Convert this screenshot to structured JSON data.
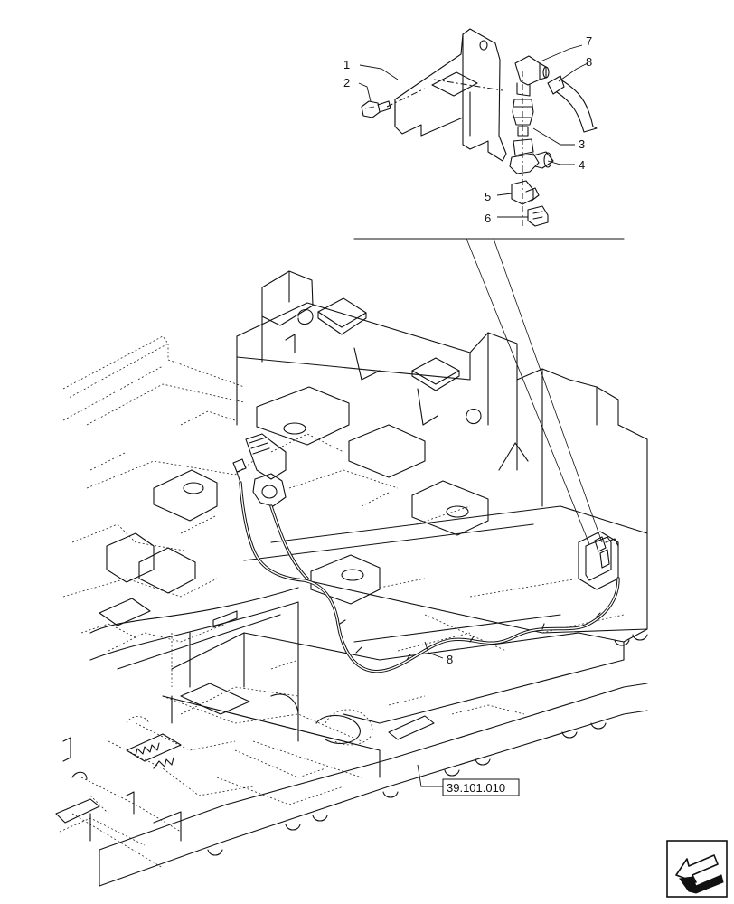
{
  "callouts": [
    {
      "id": "1",
      "label": "1"
    },
    {
      "id": "2",
      "label": "2"
    },
    {
      "id": "3",
      "label": "3"
    },
    {
      "id": "4",
      "label": "4"
    },
    {
      "id": "5",
      "label": "5"
    },
    {
      "id": "6",
      "label": "6"
    },
    {
      "id": "7",
      "label": "7"
    },
    {
      "id": "8",
      "label": "8"
    },
    {
      "id": "8b",
      "label": "8"
    }
  ],
  "reference_box": {
    "label": "39.101.010"
  },
  "nav_icon": {
    "name": "previous-page-arrow-icon"
  }
}
